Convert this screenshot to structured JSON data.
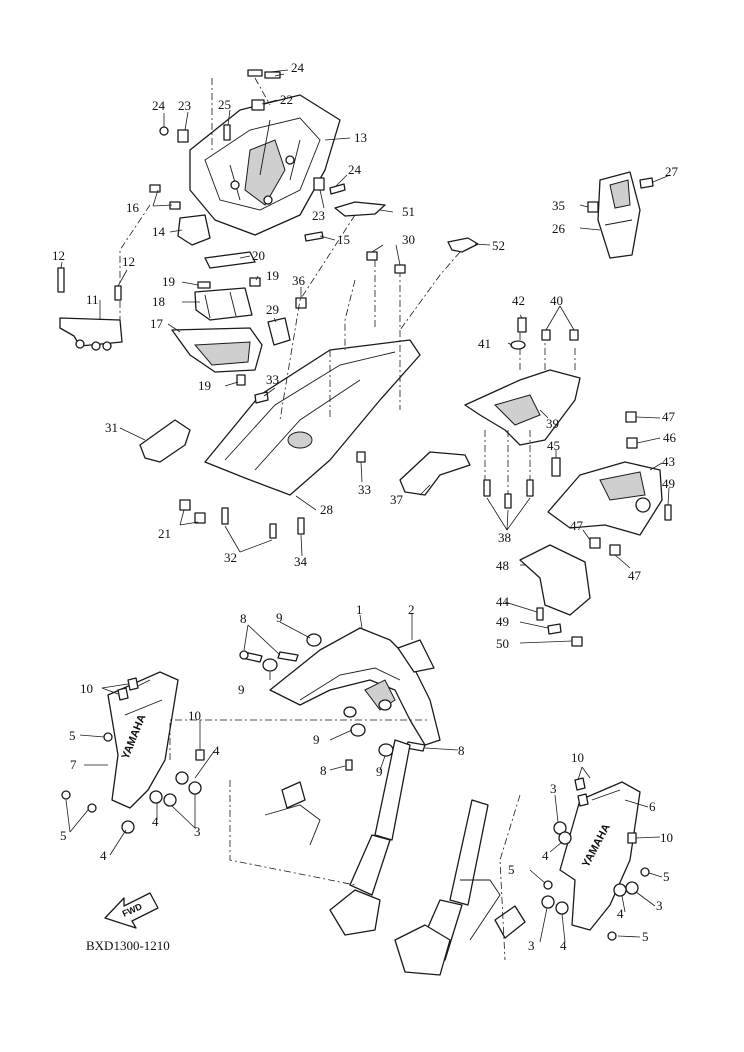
{
  "diagram_code": "BXD1300-1210",
  "fwd_label": "FWD",
  "brand_text": "YAMAHA",
  "callouts": [
    "1",
    "2",
    "3",
    "4",
    "5",
    "6",
    "7",
    "8",
    "9",
    "10",
    "11",
    "12",
    "13",
    "14",
    "15",
    "16",
    "17",
    "18",
    "19",
    "20",
    "21",
    "22",
    "23",
    "24",
    "25",
    "26",
    "27",
    "28",
    "29",
    "30",
    "31",
    "32",
    "33",
    "34",
    "35",
    "36",
    "37",
    "38",
    "39",
    "40",
    "41",
    "42",
    "43",
    "44",
    "45",
    "46",
    "47",
    "48",
    "49",
    "50",
    "51",
    "52"
  ]
}
